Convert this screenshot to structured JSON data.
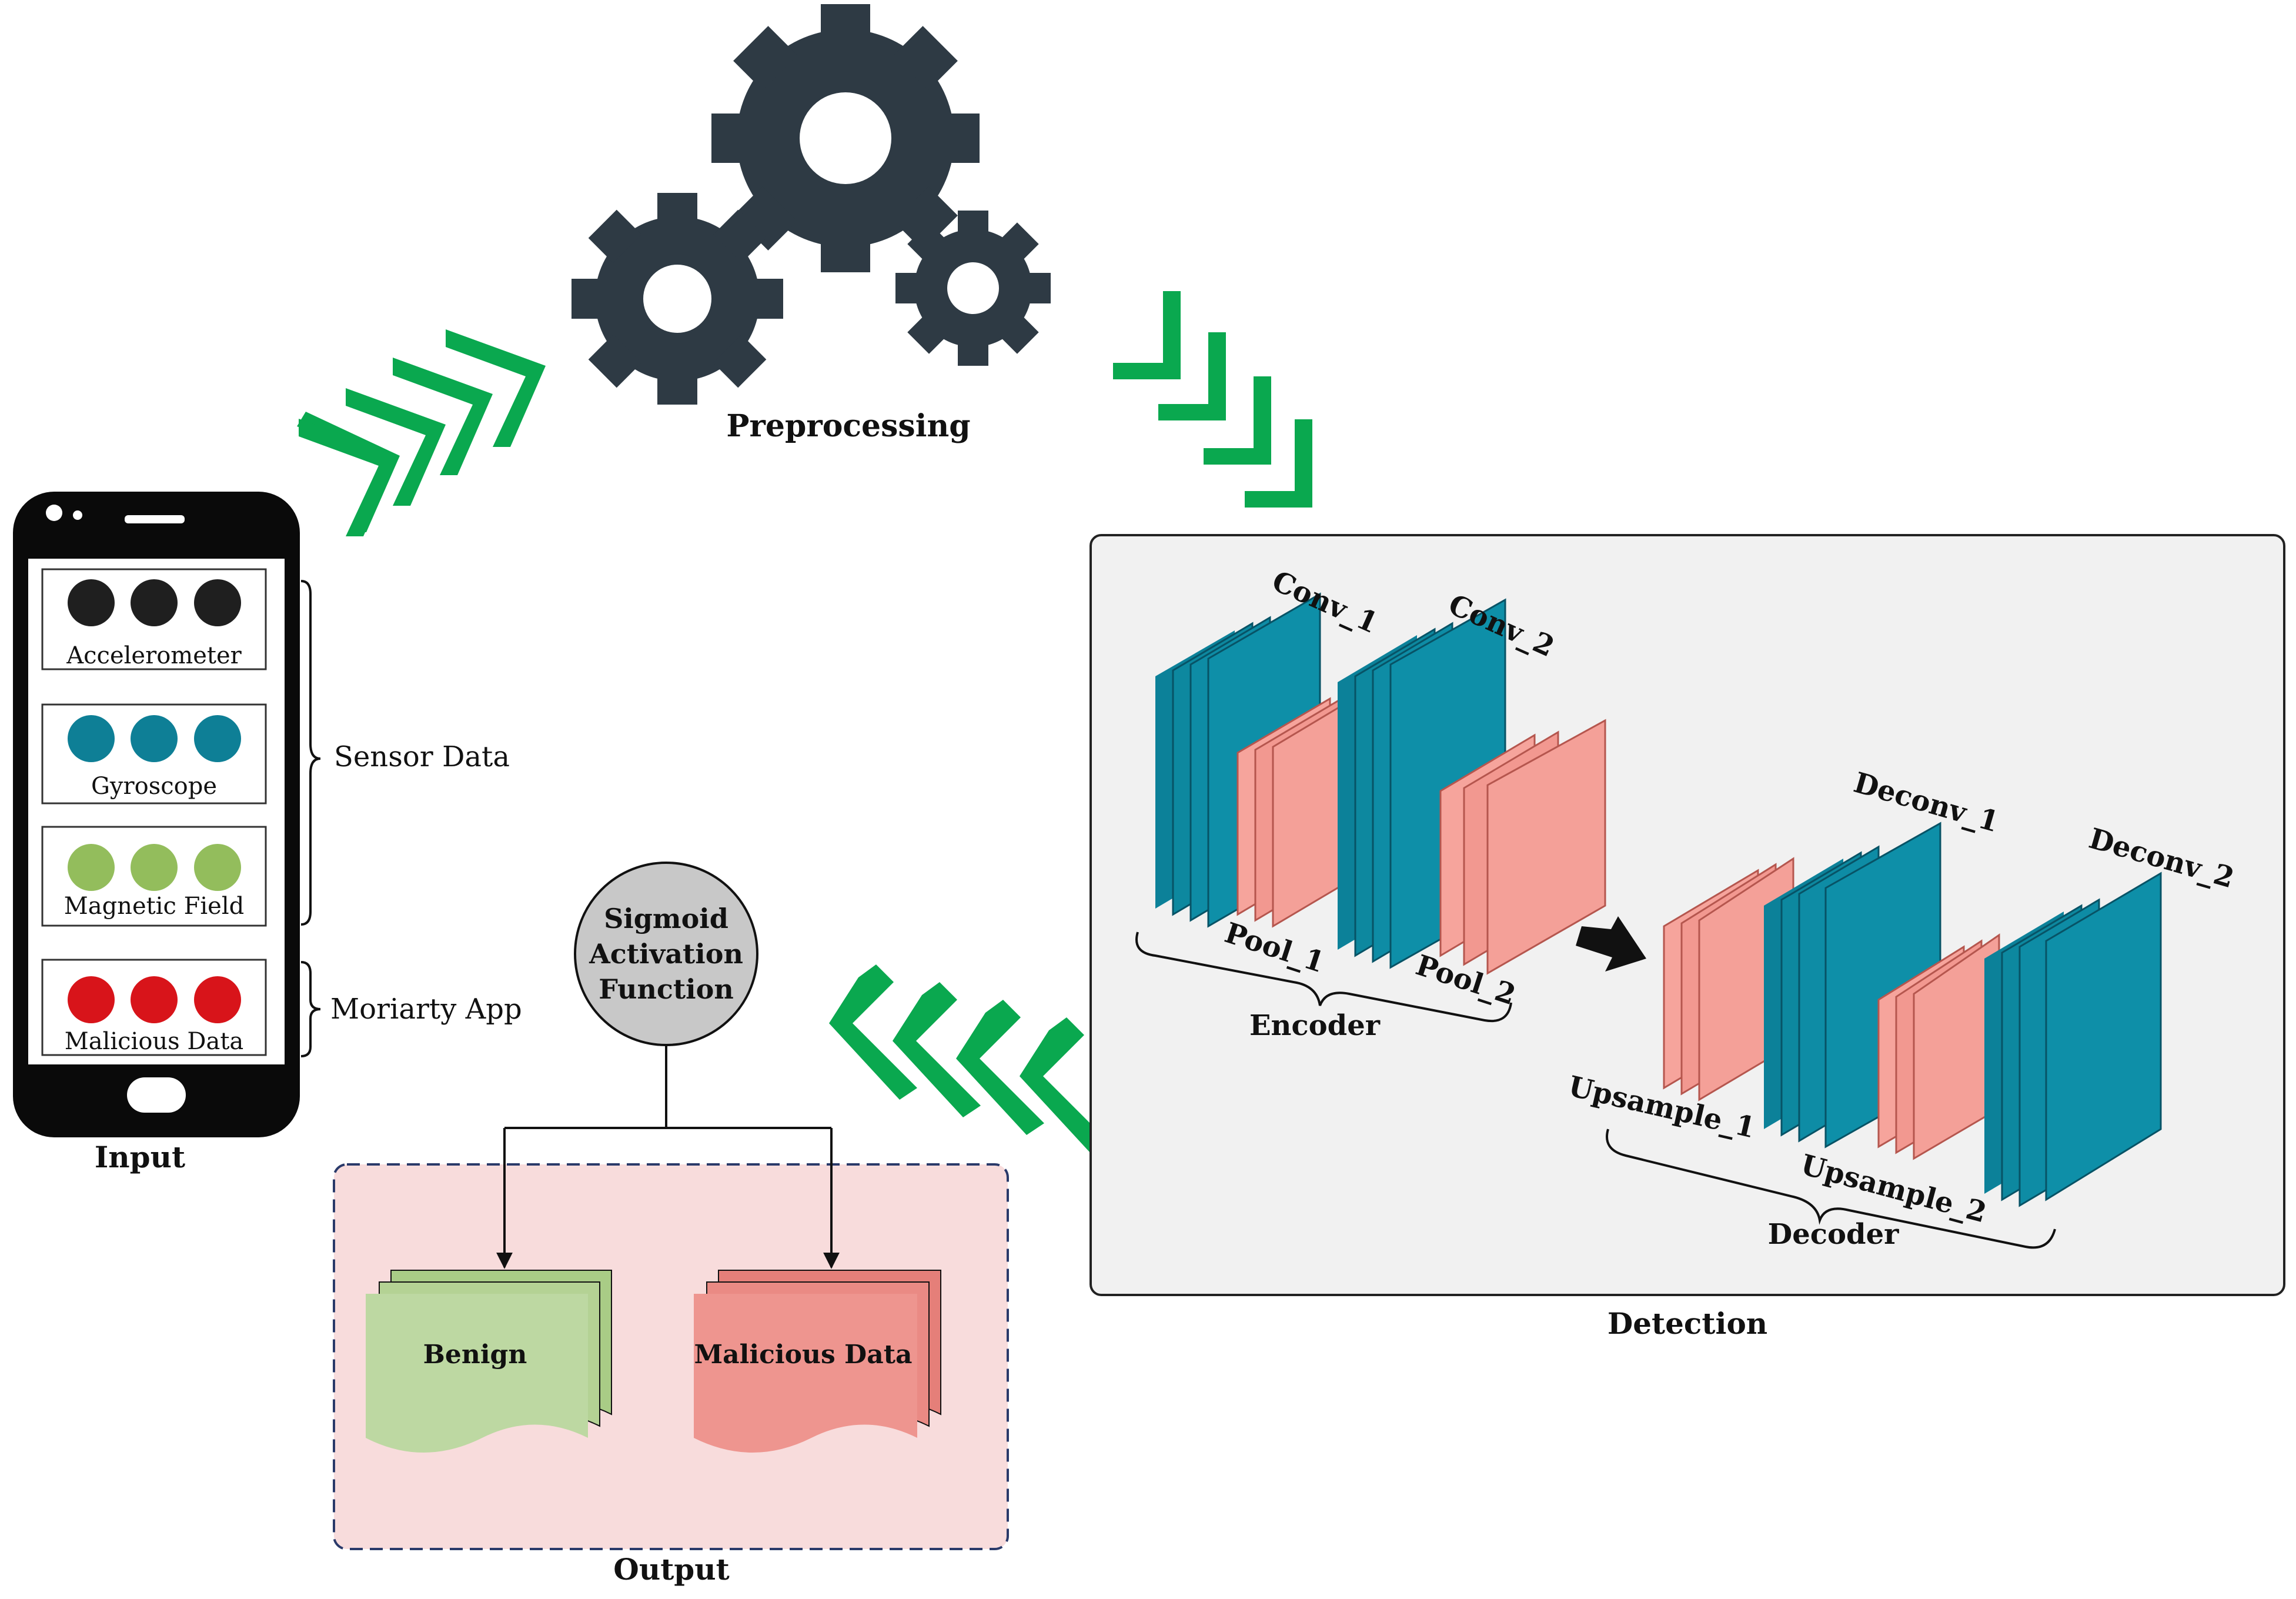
{
  "labels": {
    "preprocessing": "Preprocessing",
    "input": "Input",
    "output": "Output",
    "detection": "Detection",
    "sensor_data": "Sensor Data",
    "moriarty_app": "Moriarty App",
    "encoder": "Encoder",
    "decoder": "Decoder"
  },
  "phone": {
    "sensors": [
      {
        "label": "Accelerometer",
        "color": "#1f1f1f"
      },
      {
        "label": "Gyroscope",
        "color": "#0e7f96"
      },
      {
        "label": "Magnetic Field",
        "color": "#93bd5c"
      },
      {
        "label": "Malicious Data",
        "color": "#d8141a"
      }
    ]
  },
  "sigmoid": {
    "line1": "Sigmoid",
    "line2": "Activation",
    "line3": "Function"
  },
  "outputs": {
    "benign": "Benign",
    "malicious": "Malicious Data"
  },
  "layers": {
    "conv1": "Conv_1",
    "conv2": "Conv_2",
    "pool1": "Pool_1",
    "pool2": "Pool_2",
    "deconv1": "Deconv_1",
    "deconv2": "Deconv_2",
    "upsample1": "Upsample_1",
    "upsample2": "Upsample_2"
  },
  "colors": {
    "teal": "#0a8aa3",
    "salmon": "#f29890",
    "arrow_green": "#0aa84f",
    "gear": "#2e3a44",
    "benign": "#bdd8a2",
    "malicious_doc": "#ee958f",
    "output_bg": "#f8dcdc",
    "detection_bg": "#f1f1f1"
  }
}
